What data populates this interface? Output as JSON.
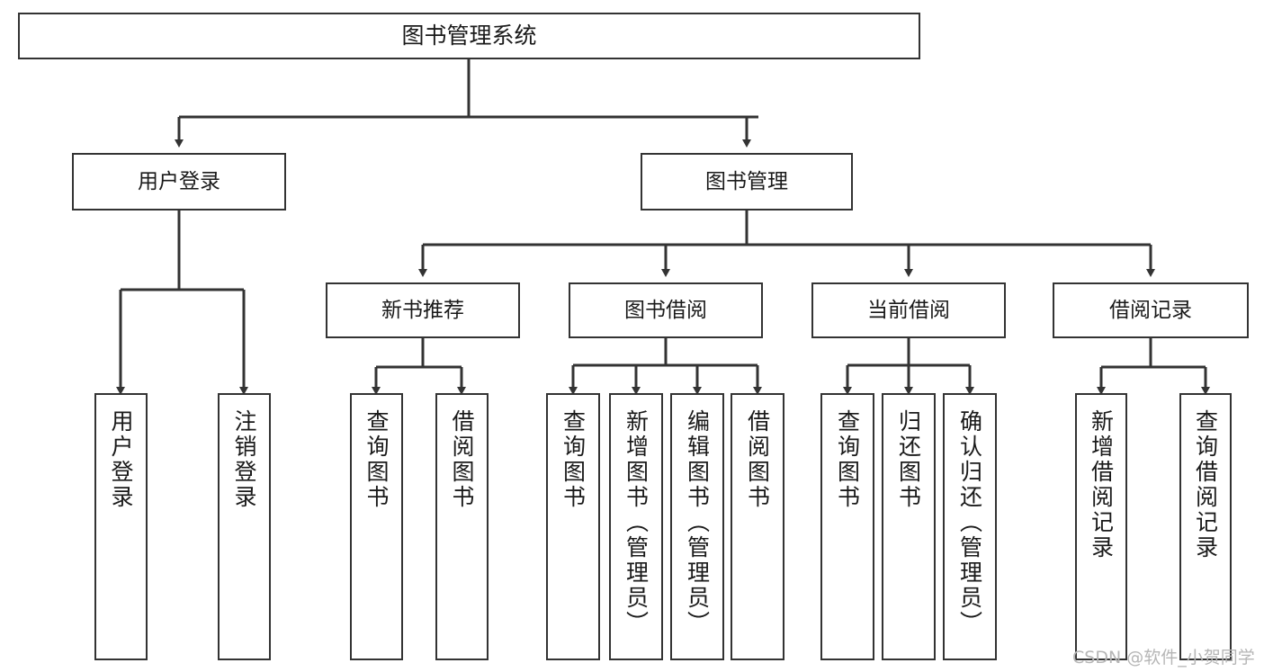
{
  "diagram": {
    "type": "tree-hierarchy-chart",
    "title": "图书管理系统",
    "orientation": "top-down",
    "box_fill": "#ffffff",
    "box_stroke": "#333333",
    "text_color": "#1a1a1a",
    "connector_color": "#333333"
  },
  "nodes": {
    "root": {
      "label": "图书管理系统",
      "level": 0
    },
    "level1": [
      {
        "id": "user-login",
        "label": "用户登录"
      },
      {
        "id": "book-management",
        "label": "图书管理"
      }
    ],
    "level2": [
      {
        "id": "new-book-recommend",
        "label": "新书推荐",
        "parent": "book-management"
      },
      {
        "id": "book-borrow",
        "label": "图书借阅",
        "parent": "book-management"
      },
      {
        "id": "current-borrow",
        "label": "当前借阅",
        "parent": "book-management"
      },
      {
        "id": "borrow-record",
        "label": "借阅记录",
        "parent": "book-management"
      }
    ],
    "leaves": {
      "user-login": [
        {
          "id": "leaf-user-login",
          "label": "用户登录"
        },
        {
          "id": "leaf-logout-login",
          "label": "注销登录"
        }
      ],
      "new-book-recommend": [
        {
          "id": "leaf-query-book-1",
          "label": "查询图书"
        },
        {
          "id": "leaf-borrow-book-1",
          "label": "借阅图书"
        }
      ],
      "book-borrow": [
        {
          "id": "leaf-query-book-2",
          "label": "查询图书"
        },
        {
          "id": "leaf-add-book",
          "label": "新增图书（管理员）"
        },
        {
          "id": "leaf-edit-book",
          "label": "编辑图书（管理员）"
        },
        {
          "id": "leaf-borrow-book-2",
          "label": "借阅图书"
        }
      ],
      "current-borrow": [
        {
          "id": "leaf-query-book-3",
          "label": "查询图书"
        },
        {
          "id": "leaf-return-book",
          "label": "归还图书"
        },
        {
          "id": "leaf-confirm-return",
          "label": "确认归还（管理员）"
        }
      ],
      "borrow-record": [
        {
          "id": "leaf-add-record",
          "label": "新增借阅记录"
        },
        {
          "id": "leaf-query-record",
          "label": "查询借阅记录"
        }
      ]
    }
  },
  "watermark": {
    "text": "CSDN @软件_小贺同学"
  }
}
